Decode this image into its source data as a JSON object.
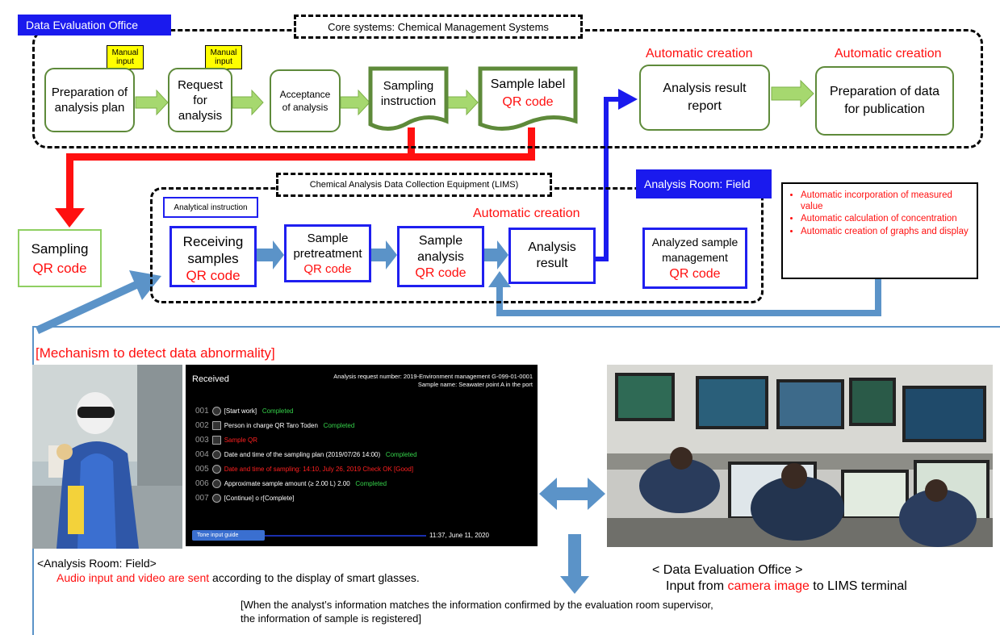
{
  "header": {
    "office_title": "Data Evaluation Office",
    "core_systems_title": "Core systems: Chemical Management Systems"
  },
  "manual_notes": [
    "Manual input",
    "Manual input"
  ],
  "top_flow": {
    "preparation": "Preparation of analysis plan",
    "request": "Request for analysis",
    "acceptance": "Acceptance of analysis",
    "sampling_instruction": "Sampling instruction",
    "sample_label": "Sample label",
    "sample_label_qr": "QR code",
    "analysis_report": "Analysis result report",
    "publication": "Preparation of data for publication",
    "auto_creation_1": "Automatic creation",
    "auto_creation_2": "Automatic creation"
  },
  "sampling": {
    "label": "Sampling",
    "qr": "QR code"
  },
  "lims": {
    "title": "Chemical Analysis Data Collection Equipment (LIMS)",
    "room_title": "Analysis Room: Field",
    "analytical_instruction": "Analytical instruction",
    "auto_creation": "Automatic creation",
    "receiving": "Receiving samples",
    "receiving_qr": "QR code",
    "pretreatment": "Sample pretreatment",
    "pretreatment_qr": "QR code",
    "analysis": "Sample analysis",
    "analysis_qr": "QR code",
    "result": "Analysis result",
    "analyzed_mgmt": "Analyzed sample management",
    "analyzed_qr": "QR code"
  },
  "auto_list": [
    "Automatic incorporation of measured value",
    "Automatic calculation of concentration",
    "Automatic creation of graphs and display"
  ],
  "mechanism": {
    "title": "[Mechanism to detect data abnormality]"
  },
  "screen": {
    "received": "Received",
    "request_number": "Analysis request number: 2019-Environment management G-099-01-0001",
    "sample_name": "Sample name: Seawater point A in the port",
    "rows": [
      {
        "num": "001",
        "text": "[Start work]",
        "status": "Completed",
        "state": "ok"
      },
      {
        "num": "002",
        "text": "Person in charge QR Taro Toden",
        "status": "Completed",
        "state": "ok"
      },
      {
        "num": "003",
        "text": "Sample QR",
        "status": "",
        "state": "bad"
      },
      {
        "num": "004",
        "text": "Date and time of the sampling plan (2019/07/26 14:00)",
        "status": "Completed",
        "state": "ok"
      },
      {
        "num": "005",
        "text": "Date and time of sampling: 14:10, July 26, 2019 Check OK [Good]",
        "status": "",
        "state": "bad"
      },
      {
        "num": "006",
        "text": "Approximate sample amount (≥ 2.00 L) 2.00",
        "status": "Completed",
        "state": "ok"
      },
      {
        "num": "007",
        "text": "[Continue] o r[Complete]",
        "status": "",
        "state": "plain"
      }
    ],
    "guide_button": "Tone input guide",
    "timestamp": "11:37, June 11, 2020"
  },
  "captions": {
    "field_room": "<Analysis Room: Field>",
    "audio_red": "Audio input and video are sent",
    "audio_rest": " according to the display of smart glasses.",
    "office": "< Data Evaluation Office >",
    "input_prefix": "Input from ",
    "input_red": "camera image",
    "input_suffix": " to LIMS terminal",
    "register_line1": "[When the analyst’s information matches the information confirmed by the evaluation room supervisor,",
    "register_line2": "the information of sample is registered]"
  },
  "colors": {
    "accent_blue": "#1a1aee",
    "arrow_green": "#9fd36a",
    "arrow_red": "#ff1010",
    "arrow_steel": "#5b93c8",
    "box_green": "#5e8a3a"
  }
}
